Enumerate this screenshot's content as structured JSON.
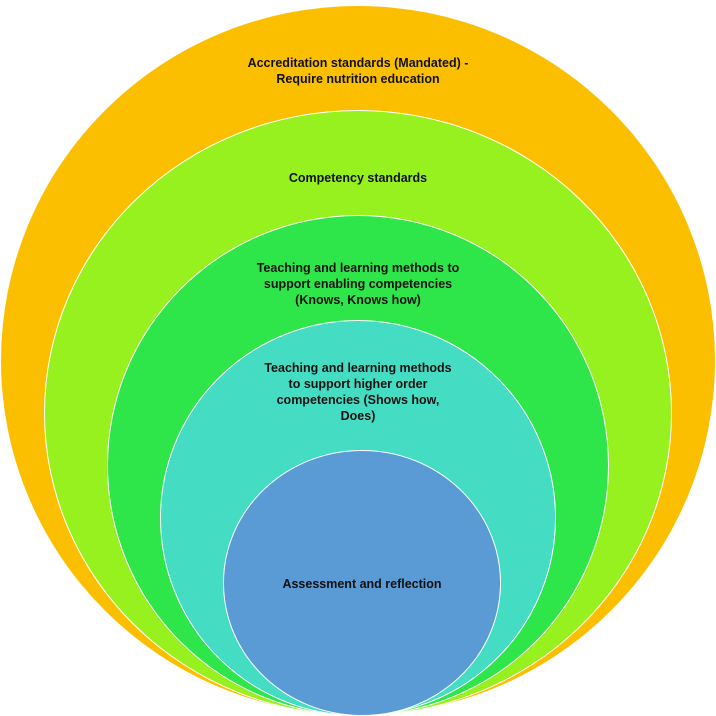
{
  "diagram": {
    "rings": [
      {
        "id": "accreditation",
        "color": "#fcbf00",
        "lines": [
          "Accreditation standards (Mandated) -",
          "Require nutrition education"
        ]
      },
      {
        "id": "competency",
        "color": "#97f11e",
        "lines": [
          "Competency standards"
        ]
      },
      {
        "id": "enabling",
        "color": "#2ee64a",
        "lines": [
          "Teaching and learning methods to",
          "support enabling competencies",
          "(Knows, Knows how)"
        ]
      },
      {
        "id": "higher-order",
        "color": "#44dcc2",
        "lines": [
          "Teaching and learning methods",
          "to support higher order",
          "competencies (Shows how,",
          "Does)"
        ]
      },
      {
        "id": "assessment",
        "color": "#5b9bd5",
        "lines": [
          "Assessment and reflection"
        ]
      }
    ]
  }
}
